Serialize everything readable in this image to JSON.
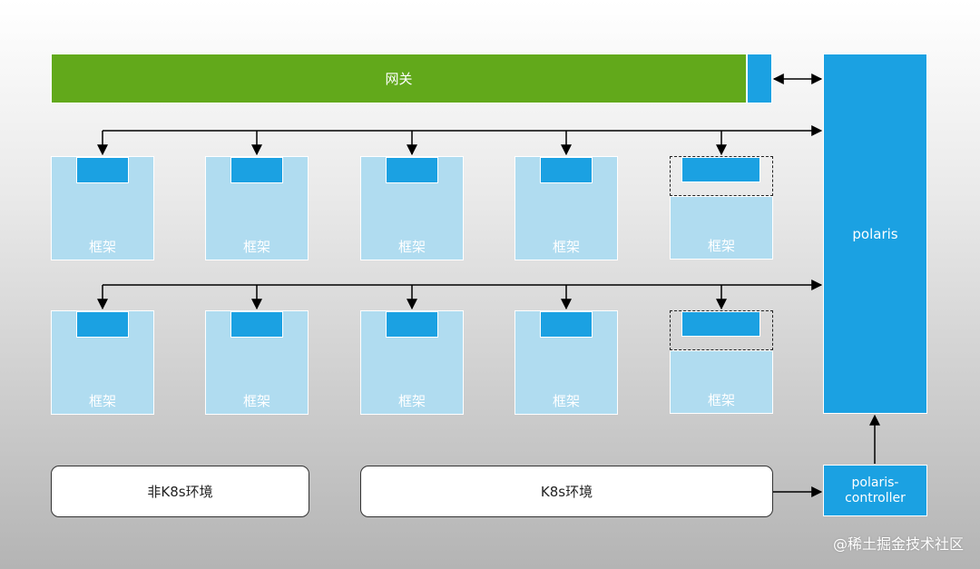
{
  "gateway": {
    "label": "网关"
  },
  "polaris": {
    "label": "polaris"
  },
  "controller": {
    "label": "polaris-\ncontroller"
  },
  "frameworks": {
    "row1": [
      "框架",
      "框架",
      "框架",
      "框架",
      "框架"
    ],
    "row2": [
      "框架",
      "框架",
      "框架",
      "框架",
      "框架"
    ]
  },
  "environments": {
    "non_k8s": "非K8s环境",
    "k8s": "K8s环境"
  },
  "watermark": "@稀土掘金技术社区",
  "colors": {
    "gateway_green": "#62a91b",
    "polaris_blue": "#1ba1e2",
    "framework_light_blue": "#b0dcf0"
  }
}
